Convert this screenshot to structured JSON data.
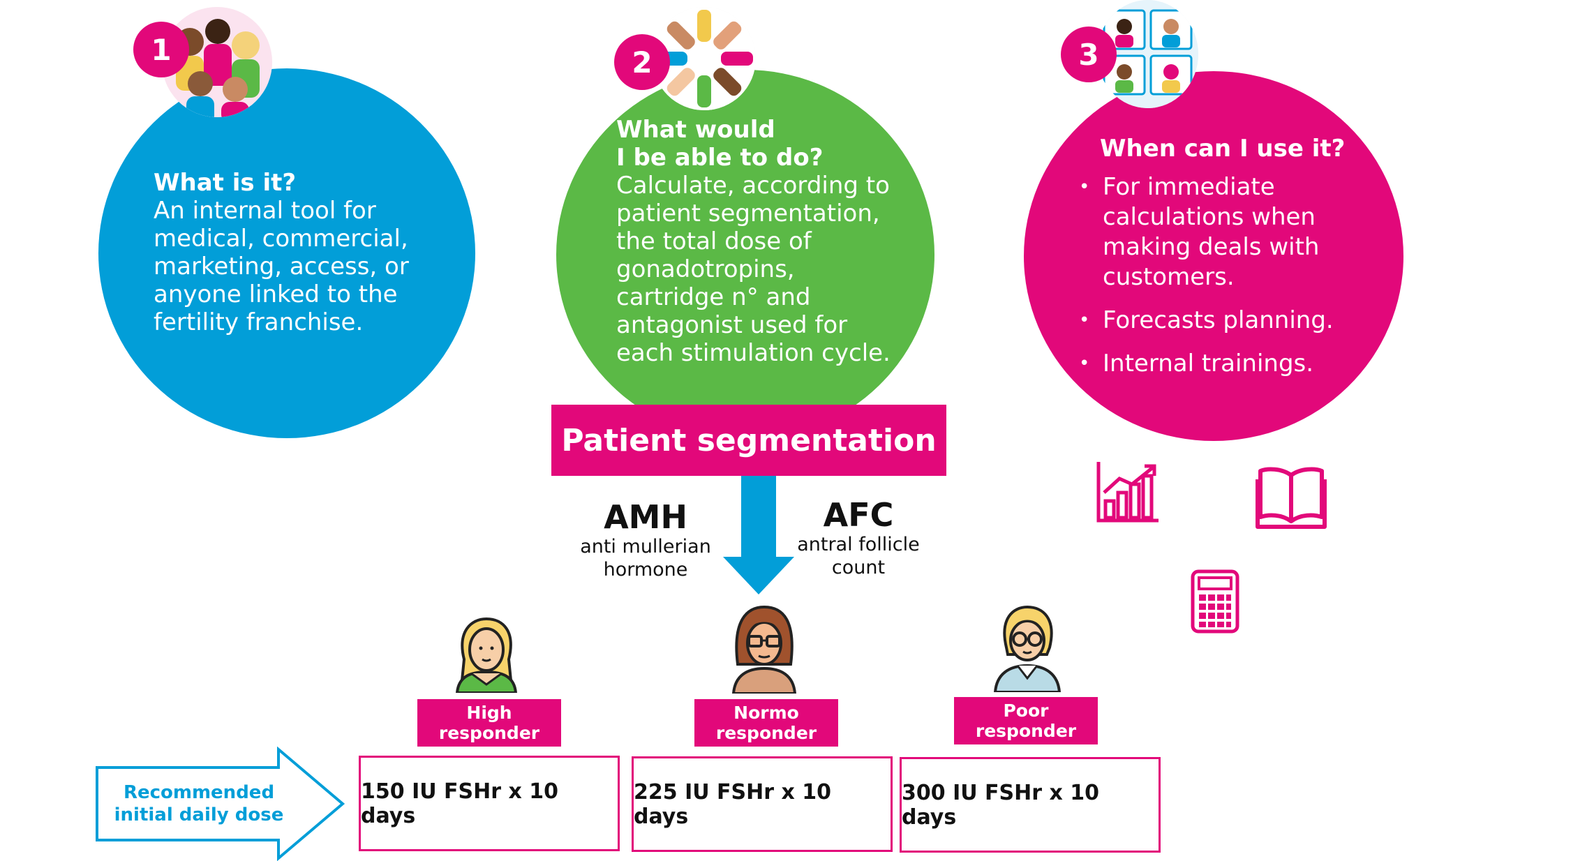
{
  "colors": {
    "blue": "#029ed8",
    "green": "#5bb946",
    "pink": "#e2087a"
  },
  "step1": {
    "number": "1",
    "heading": "What is it?",
    "body": "An internal tool for medical, commercial, marketing,  access, or anyone linked to the fertility franchise.",
    "image_icon": "diverse-people-illustration-icon"
  },
  "step2": {
    "number": "2",
    "heading_line1": "What would",
    "heading_line2": "I be able to do?",
    "body": "Calculate, according to patient segmentation, the total dose of gonadotropins, cartridge n° and antagonist used for each stimulation cycle.",
    "image_icon": "hands-together-illustration-icon"
  },
  "step3": {
    "number": "3",
    "heading": "When can I use it?",
    "bullets": [
      "For immediate calculations when making deals with customers.",
      "Forecasts planning.",
      "Internal trainings."
    ],
    "image_icon": "video-call-illustration-icon",
    "icons": [
      "bar-chart-growth-icon",
      "open-book-icon",
      "calculator-icon"
    ]
  },
  "segmentation": {
    "title": "Patient segmentation",
    "amh": {
      "abbr": "AMH",
      "line1": "anti mullerian",
      "line2": "hormone"
    },
    "afc": {
      "abbr": "AFC",
      "line1": "antral follicle",
      "line2": "count"
    }
  },
  "responders": [
    {
      "line1": "High",
      "line2": "responder",
      "dose": "150 IU FSHr x 10 days"
    },
    {
      "line1": "Normo",
      "line2": "responder",
      "dose": "225 IU FSHr  x 10 days"
    },
    {
      "line1": "Poor",
      "line2": "responder",
      "dose": "300 IU FSHr x 10 days"
    }
  ],
  "recommended": {
    "line1": "Recommended",
    "line2": "initial daily dose"
  }
}
